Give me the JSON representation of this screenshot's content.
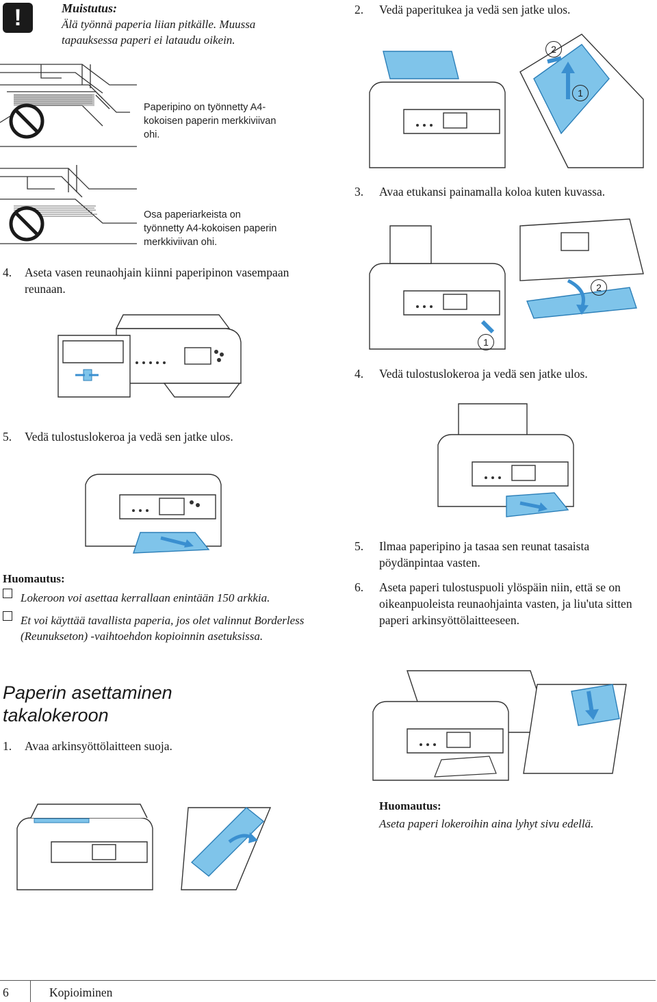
{
  "warning": {
    "title": "Muistutus:",
    "text": "Älä työnnä paperia liian pitkälle. Muussa tapauksessa paperi ei lataudu oikein."
  },
  "left_figures": {
    "fig1_caption": "Paperipino on työnnetty A4-kokoisen paperin merkkiviivan ohi.",
    "fig2_caption": "Osa paperiarkeista on työnnetty A4-kokoisen paperin merkkiviivan ohi."
  },
  "left_steps": {
    "step4": {
      "num": "4.",
      "text": "Aseta vasen reunaohjain kiinni paperipinon vasempaan reunaan."
    },
    "step5": {
      "num": "5.",
      "text": "Vedä tulostuslokeroa ja vedä sen jatke ulos."
    }
  },
  "note1": {
    "title": "Huomautus:",
    "items": [
      "Lokeroon voi asettaa kerrallaan enintään 150 arkkia.",
      "Et voi käyttää tavallista paperia, jos olet valinnut Borderless (Reunukseton) -vaihtoehdon kopioinnin asetuksissa."
    ]
  },
  "section": {
    "heading": "Paperin asettaminen takalokeroon",
    "step1": {
      "num": "1.",
      "text": "Avaa arkinsyöttölaitteen suoja."
    }
  },
  "right_steps": {
    "step2": {
      "num": "2.",
      "text": "Vedä paperitukea ja vedä sen jatke ulos."
    },
    "step3": {
      "num": "3.",
      "text": "Avaa etukansi painamalla koloa kuten kuvassa."
    },
    "step4": {
      "num": "4.",
      "text": "Vedä tulostuslokeroa ja vedä sen jatke ulos."
    },
    "step5": {
      "num": "5.",
      "text": "Ilmaa paperipino ja tasaa sen reunat tasaista pöydänpintaa vasten."
    },
    "step6": {
      "num": "6.",
      "text": "Aseta paperi tulostuspuoli ylöspäin niin, että se on oikeanpuoleista reunaohjainta vasten, ja liu'uta sitten paperi arkinsyöttölaitteeseen."
    }
  },
  "callouts": {
    "one": "1",
    "two": "2"
  },
  "note2": {
    "title": "Huomautus:",
    "text": "Aseta paperi lokeroihin aina lyhyt sivu edellä."
  },
  "footer": {
    "page_number": "6",
    "section_name": "Kopioiminen"
  },
  "icons": {
    "warning": "exclamation-icon",
    "prohibited": "no-entry-icon",
    "checkbox": "checkbox-bullet-icon"
  },
  "colors": {
    "highlight_blue": "#7fc4ea",
    "blue_stroke": "#2c7fb8",
    "arrow_blue": "#3a8fd0",
    "text": "#1a1a1a"
  }
}
